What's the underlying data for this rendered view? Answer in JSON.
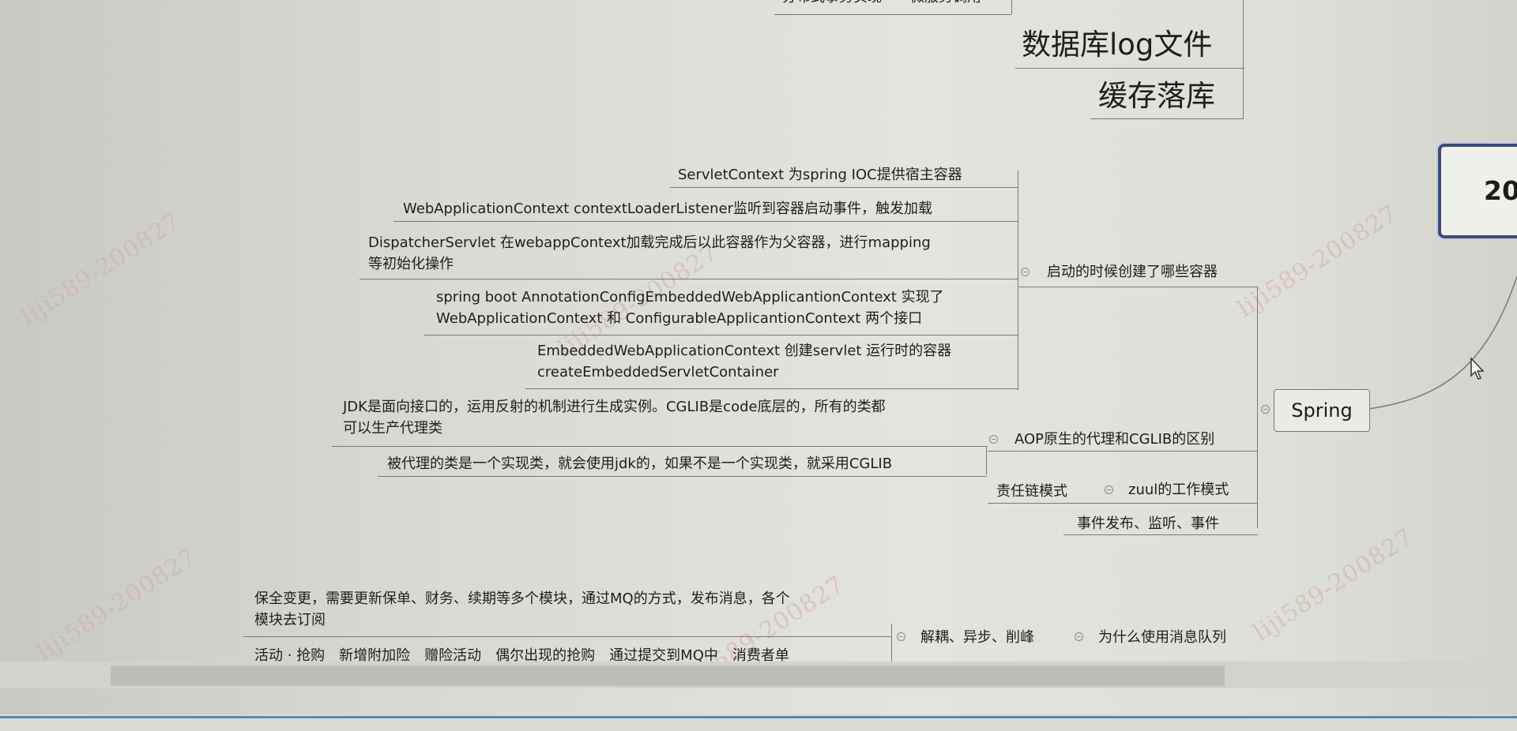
{
  "top": {
    "partial_label": "分布式事务实现——微服务调用",
    "db_log": "数据库log文件",
    "cache": "缓存落库"
  },
  "root": {
    "label": "20"
  },
  "spring": {
    "label": "Spring",
    "startup": {
      "label": "启动的时候创建了哪些容器",
      "items": [
        "ServletContext 为spring IOC提供宿主容器",
        "WebApplicationContext contextLoaderListener监听到容器启动事件，触发加载",
        "DispatcherServlet 在webappContext加载完成后以此容器作为父容器，进行mapping",
        "等初始化操作",
        "spring boot AnnotationConfigEmbeddedWebApplicantionContext 实现了",
        "WebApplicationContext 和 ConfigurableApplicantionContext 两个接口",
        "EmbeddedWebApplicationContext 创建servlet 运行时的容器",
        "createEmbeddedServletContainer"
      ]
    },
    "aop": {
      "label": "AOP原生的代理和CGLIB的区别",
      "line1": "JDK是面向接口的，运用反射的机制进行生成实例。CGLIB是code底层的，所有的类都",
      "line2": "可以生产代理类",
      "rule": "被代理的类是一个实现类，就会使用jdk的，如果不是一个实现类，就采用CGLIB"
    },
    "chain": {
      "label": "责任链模式",
      "child": "zuul的工作模式"
    },
    "events": "事件发布、监听、事件"
  },
  "mq": {
    "label": "为什么使用消息队列",
    "purpose": "解耦、异步、削峰",
    "line1": "保全变更，需要更新保单、财务、续期等多个模块，通过MQ的方式，发布消息，各个",
    "line2": "模块去订阅",
    "partial": "活动 · 抢购　新增附加险　赠险活动　偶尔出现的抢购　通过提交到MQ中　消费者单"
  },
  "watermark": "liji589-200827"
}
